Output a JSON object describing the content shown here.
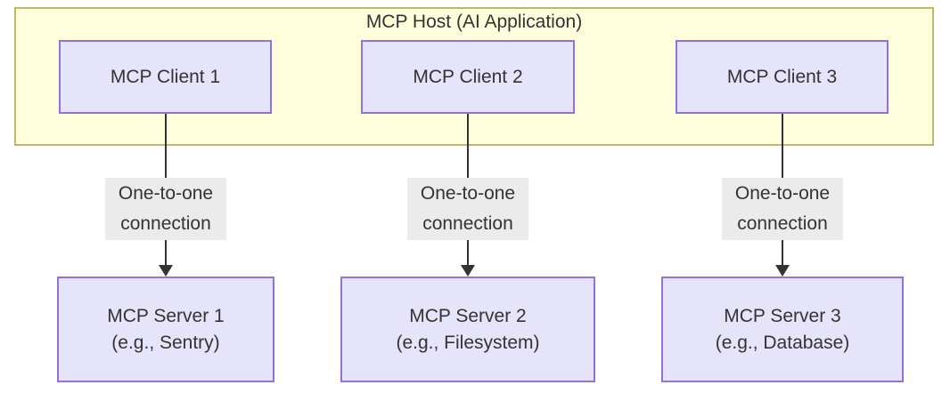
{
  "diagram": {
    "title": "MCP Host (AI Application)",
    "host": {
      "label": "MCP Host (AI Application)",
      "fill_color": "#ffffdd",
      "border_color": "#bdb76b"
    },
    "node_style": {
      "fill_color": "#e6e4fb",
      "border_color": "#9370db",
      "text_color": "#333333"
    },
    "edge_style": {
      "line_color": "#333333",
      "label_background": "#ebebeb"
    },
    "clients": [
      {
        "label": "MCP Client 1"
      },
      {
        "label": "MCP Client 2"
      },
      {
        "label": "MCP Client 3"
      }
    ],
    "servers": [
      {
        "line1": "MCP Server 1",
        "line2": "(e.g., Sentry)"
      },
      {
        "line1": "MCP Server 2",
        "line2": "(e.g., Filesystem)"
      },
      {
        "line1": "MCP Server 3",
        "line2": "(e.g., Database)"
      }
    ],
    "connections": [
      {
        "line1": "One-to-one",
        "line2": "connection"
      },
      {
        "line1": "One-to-one",
        "line2": "connection"
      },
      {
        "line1": "One-to-one",
        "line2": "connection"
      }
    ]
  }
}
